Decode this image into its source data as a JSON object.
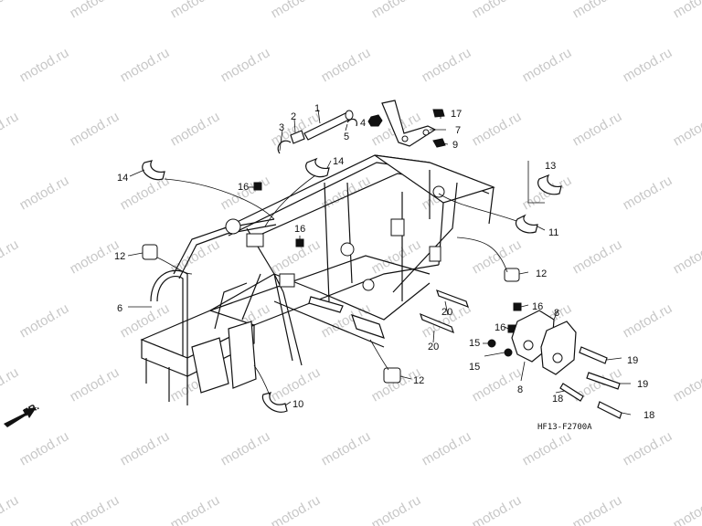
{
  "diagram": {
    "watermark_text": "motod.ru",
    "drawing_code": "HF13-F2700A",
    "front_label": "FR.",
    "callouts": [
      "1",
      "2",
      "3",
      "4",
      "5",
      "6",
      "7",
      "8",
      "8",
      "9",
      "10",
      "11",
      "12",
      "12",
      "12",
      "13",
      "14",
      "14",
      "15",
      "15",
      "16",
      "16",
      "16",
      "16",
      "17",
      "18",
      "18",
      "19",
      "19",
      "20",
      "20"
    ]
  }
}
